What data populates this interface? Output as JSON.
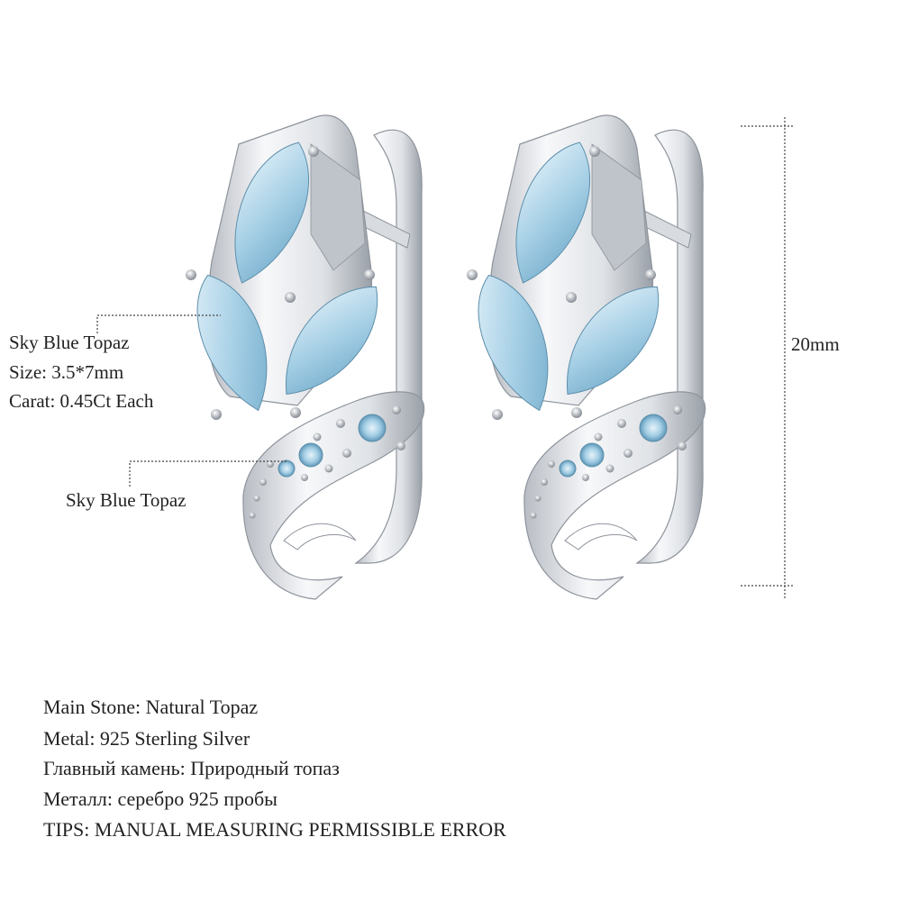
{
  "callouts": {
    "main_stone": {
      "name": "Sky Blue Topaz",
      "size": "Size: 3.5*7mm",
      "carat": "Carat: 0.45Ct Each"
    },
    "side_stone": {
      "name": "Sky Blue Topaz"
    }
  },
  "dimension": {
    "height_label": "20mm"
  },
  "specs": [
    "Main Stone: Natural Topaz",
    "Metal: 925 Sterling Silver",
    "Главный камень: Природный топаз",
    "Металл: серебро 925 пробы",
    "TIPS: MANUAL MEASURING PERMISSIBLE ERROR"
  ],
  "colors": {
    "silver_light": "#f4f5f7",
    "silver_dark": "#9aa0a8",
    "topaz_light": "#cfe6f2",
    "topaz_mid": "#9fcbe3",
    "topaz_dark": "#6fa9c9",
    "guide_line": "#444444"
  }
}
